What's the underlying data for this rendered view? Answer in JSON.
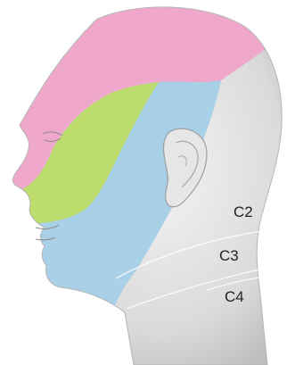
{
  "labels": {
    "c2": "C2",
    "c3": "C3",
    "c4": "C4"
  },
  "colors": {
    "pink_region": "#EFA8CC",
    "green_region": "#BCDD6E",
    "blue_region": "#A8D0E6",
    "skin_grey": "#DADADA"
  }
}
